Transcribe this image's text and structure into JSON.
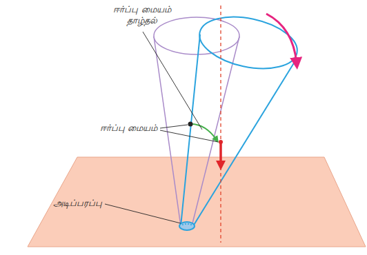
{
  "diagram": {
    "labels": [
      "ஈர்ப்பு மையம் தாழ்தல்",
      "ஈர்ப்பு மையம்",
      "அடிப்பரப்பு"
    ]
  }
}
